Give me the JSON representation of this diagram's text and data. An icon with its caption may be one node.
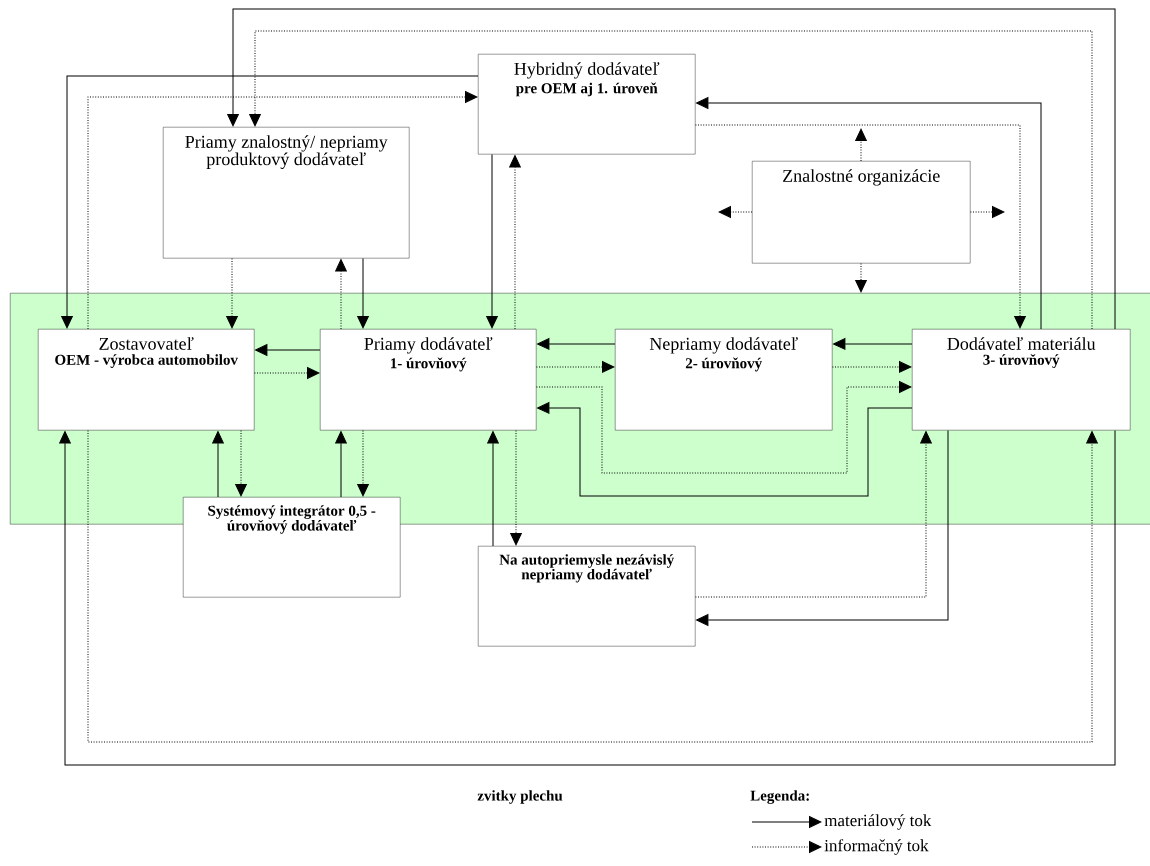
{
  "diagram": {
    "nodes": [
      {
        "text": [
          "Hybridný dodávateľ",
          "pre OEM aj 1. úroveň"
        ]
      },
      {
        "text": [
          "Priamy znalostný/ nepriamy produktový dodávateľ"
        ]
      },
      {
        "text": [
          "Znalostné organizácie"
        ]
      },
      {
        "text": [],
        "shape": "band"
      },
      {
        "text": [
          "Zostavovateľ",
          "OEM - výrobca automobilov"
        ],
        "in": 3
      },
      {
        "text": [
          "Priamy dodávateľ",
          "1- úrovňový"
        ],
        "in": 3
      },
      {
        "text": [
          "Nepriamy dodávateľ",
          "2- úrovňový"
        ],
        "in": 3
      },
      {
        "text": [
          "Dodávateľ materiálu",
          "3- úrovňový"
        ],
        "in": 3
      },
      {
        "text": [
          "Systémový integrátor 0,5 - úrovňový dodávateľ"
        ]
      },
      {
        "text": [
          "Na autopriemysle nezávislý nepriamy dodávateľ"
        ]
      }
    ],
    "edges": [
      {
        "from": 0,
        "to": 4,
        "arrow": "to"
      },
      {
        "from": 4,
        "to": 0,
        "arrow": "to",
        "style": "dashed"
      },
      {
        "from": 7,
        "to": 1,
        "arrow": "to"
      },
      {
        "from": 7,
        "to": 1,
        "arrow": "to",
        "style": "dashed"
      },
      {
        "from": 7,
        "to": 0,
        "arrow": "to"
      },
      {
        "from": 0,
        "to": 7,
        "arrow": "to",
        "style": "dashed"
      },
      {
        "from": 0,
        "to": 5,
        "arrow": "to"
      },
      {
        "from": 5,
        "to": 0,
        "arrow": "to",
        "style": "dashed"
      },
      {
        "from": 1,
        "to": 4,
        "arrow": "to",
        "style": "dashed"
      },
      {
        "from": 5,
        "to": 1,
        "arrow": "to",
        "style": "dashed"
      },
      {
        "from": 1,
        "to": 5,
        "arrow": "to"
      },
      {
        "from": 5,
        "to": 4,
        "arrow": "to"
      },
      {
        "from": 4,
        "to": 5,
        "arrow": "to",
        "style": "dashed"
      },
      {
        "from": 8,
        "to": 4,
        "arrow": "to"
      },
      {
        "from": 4,
        "to": 8,
        "arrow": "to",
        "style": "dashed"
      },
      {
        "from": 8,
        "to": 5,
        "arrow": "to"
      },
      {
        "from": 5,
        "to": 8,
        "arrow": "to",
        "style": "dashed"
      },
      {
        "from": 9,
        "to": 5,
        "arrow": "to"
      },
      {
        "from": 5,
        "to": 9,
        "arrow": "to",
        "style": "dashed"
      },
      {
        "from": 6,
        "to": 5,
        "arrow": "to"
      },
      {
        "from": 5,
        "to": 6,
        "arrow": "to",
        "style": "dashed"
      },
      {
        "from": 5,
        "to": 7,
        "arrow": "to",
        "style": "dashed"
      },
      {
        "from": 7,
        "to": 5,
        "arrow": "to"
      },
      {
        "from": 7,
        "to": 6,
        "arrow": "to"
      },
      {
        "from": 6,
        "to": 7,
        "arrow": "to",
        "style": "dashed"
      },
      {
        "from": 9,
        "to": 7,
        "arrow": "to",
        "style": "dashed"
      },
      {
        "from": 7,
        "to": 9,
        "arrow": "to"
      },
      {
        "from": 4,
        "to": 7,
        "arrow": "to",
        "style": "dashed"
      },
      {
        "from": 7,
        "to": 4,
        "arrow": "to"
      },
      {
        "from": 2,
        "to": null,
        "arrow": "to",
        "style": "dashed"
      },
      {
        "from": 2,
        "to": null,
        "arrow": "to",
        "style": "dashed"
      },
      {
        "from": 2,
        "to": null,
        "arrow": "to",
        "style": "dashed"
      },
      {
        "from": 2,
        "to": 3,
        "arrow": "to",
        "style": "dashed"
      }
    ],
    "labels": [
      "zvitky plechu",
      "Legenda:"
    ],
    "legend": [
      {
        "text": "materiálový tok"
      },
      {
        "text": "informačný tok"
      }
    ]
  }
}
